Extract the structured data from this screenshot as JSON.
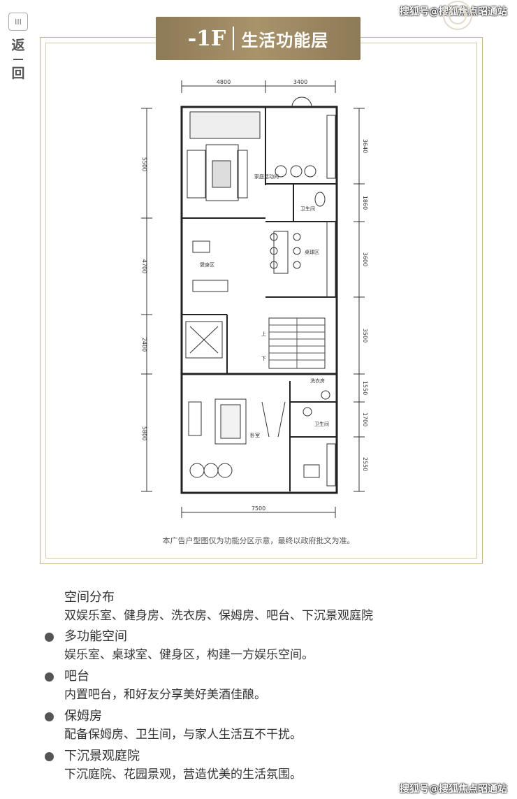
{
  "watermark": "搜狐号@搜狐焦点昭通站",
  "back_badge": {
    "roman": "III",
    "label_top": "返",
    "label_bottom": "回"
  },
  "title": {
    "level": "-1F",
    "name": "生活功能层"
  },
  "plan": {
    "dims_top": [
      "4800",
      "3400"
    ],
    "dims_left": [
      "5500",
      "4700",
      "2400",
      "5800"
    ],
    "dims_right": [
      "3640",
      "1860",
      "3600",
      "3500",
      "1550",
      "1700",
      "2550"
    ],
    "dim_bottom": "7500",
    "rooms": [
      "家庭活动间",
      "卫生间",
      "桌球区",
      "健身区",
      "卧室",
      "卫生间",
      "洗衣房"
    ],
    "stair_marks": [
      "上",
      "下"
    ]
  },
  "disclaimer": "本广告户型图仅为功能分区示意，最终以政府批文为准。",
  "intro": {
    "heading": "空间分布",
    "text": "双娱乐室、健身房、洗衣房、保姆房、吧台、下沉景观庭院"
  },
  "features": [
    {
      "heading": "多功能空间",
      "text": "娱乐室、桌球室、健身区，构建一方娱乐空间。"
    },
    {
      "heading": "吧台",
      "text": "内置吧台，和好友分享美好美酒佳酿。"
    },
    {
      "heading": "保姆房",
      "text": "配备保姆房、卫生间，与家人生活互不干扰。"
    },
    {
      "heading": "下沉景观庭院",
      "text": "下沉庭院、花园景观，营造优美的生活氛围。"
    }
  ],
  "colors": {
    "accent": "#9a8560",
    "frame": "#c9b48d"
  }
}
